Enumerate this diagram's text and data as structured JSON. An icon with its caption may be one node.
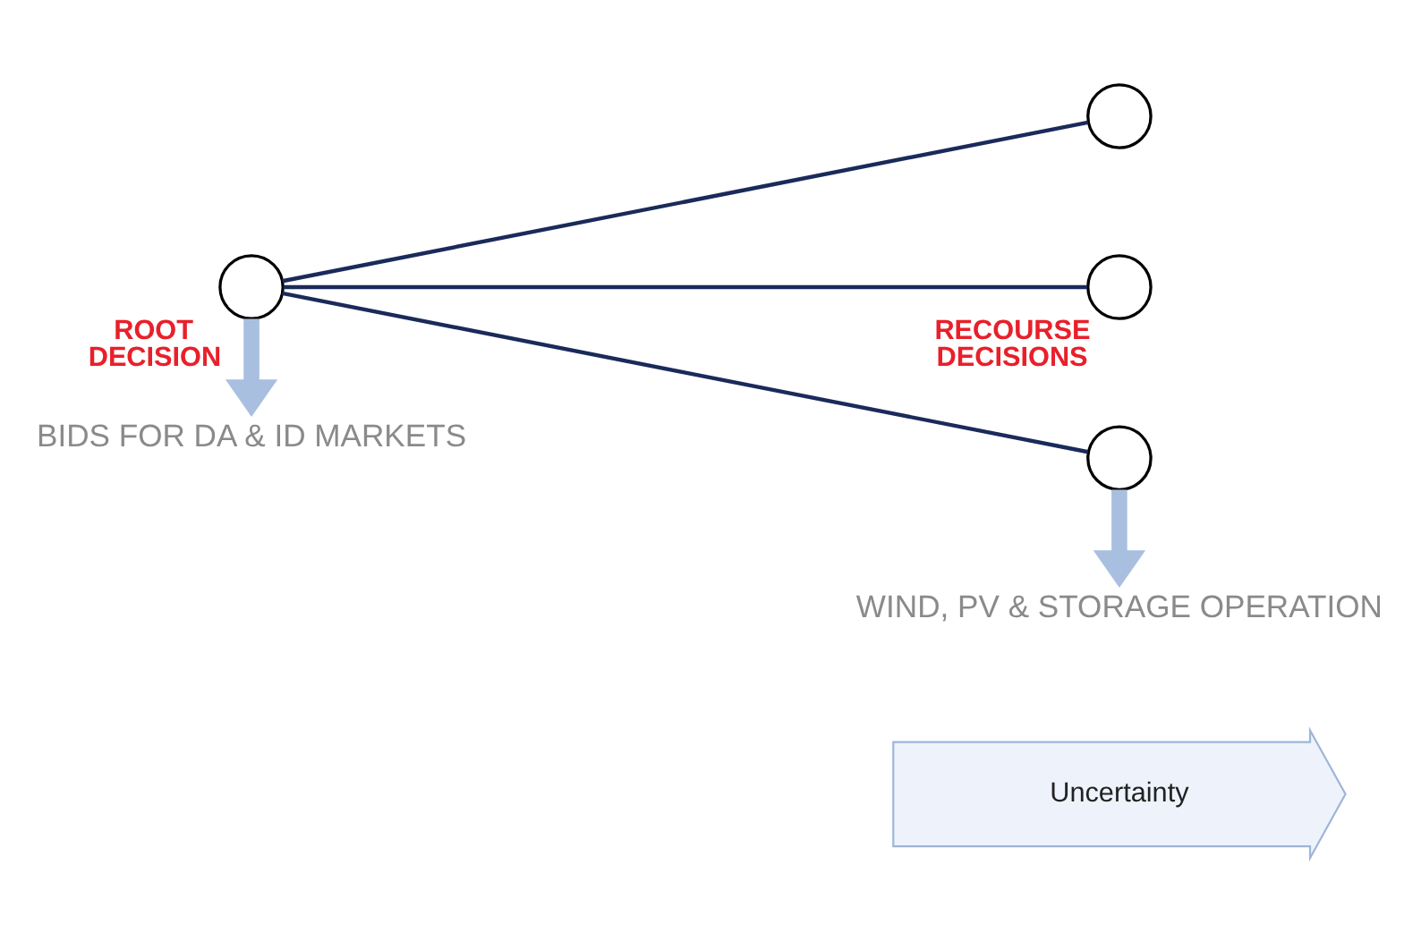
{
  "diagram": {
    "nodes": [
      {
        "text": [
          "Uncertainty"
        ]
      },
      {
        "text": [],
        "shape": "circle",
        "beside": [
          "ROOT DECISION"
        ]
      },
      {
        "text": [],
        "shape": "circle"
      },
      {
        "text": [],
        "shape": "circle",
        "beside": [
          "RECOURSE DECISIONS"
        ]
      },
      {
        "text": [],
        "shape": "circle"
      },
      {
        "text": [
          "BIDS FOR DA & ID MARKETS"
        ]
      },
      {
        "text": [
          "WIND, PV & STORAGE OPERATION"
        ]
      }
    ],
    "edges": [
      {
        "from": 1,
        "to": 2,
        "arrow": "none"
      },
      {
        "from": 1,
        "to": 3,
        "arrow": "none"
      },
      {
        "from": 1,
        "to": 4,
        "arrow": "none"
      },
      {
        "from": 1,
        "to": 5,
        "arrow": "to",
        "style": "thick",
        "color": "#a9bfe0"
      },
      {
        "from": 4,
        "to": 6,
        "arrow": "to",
        "style": "thick",
        "color": "#a9bfe0"
      }
    ]
  }
}
